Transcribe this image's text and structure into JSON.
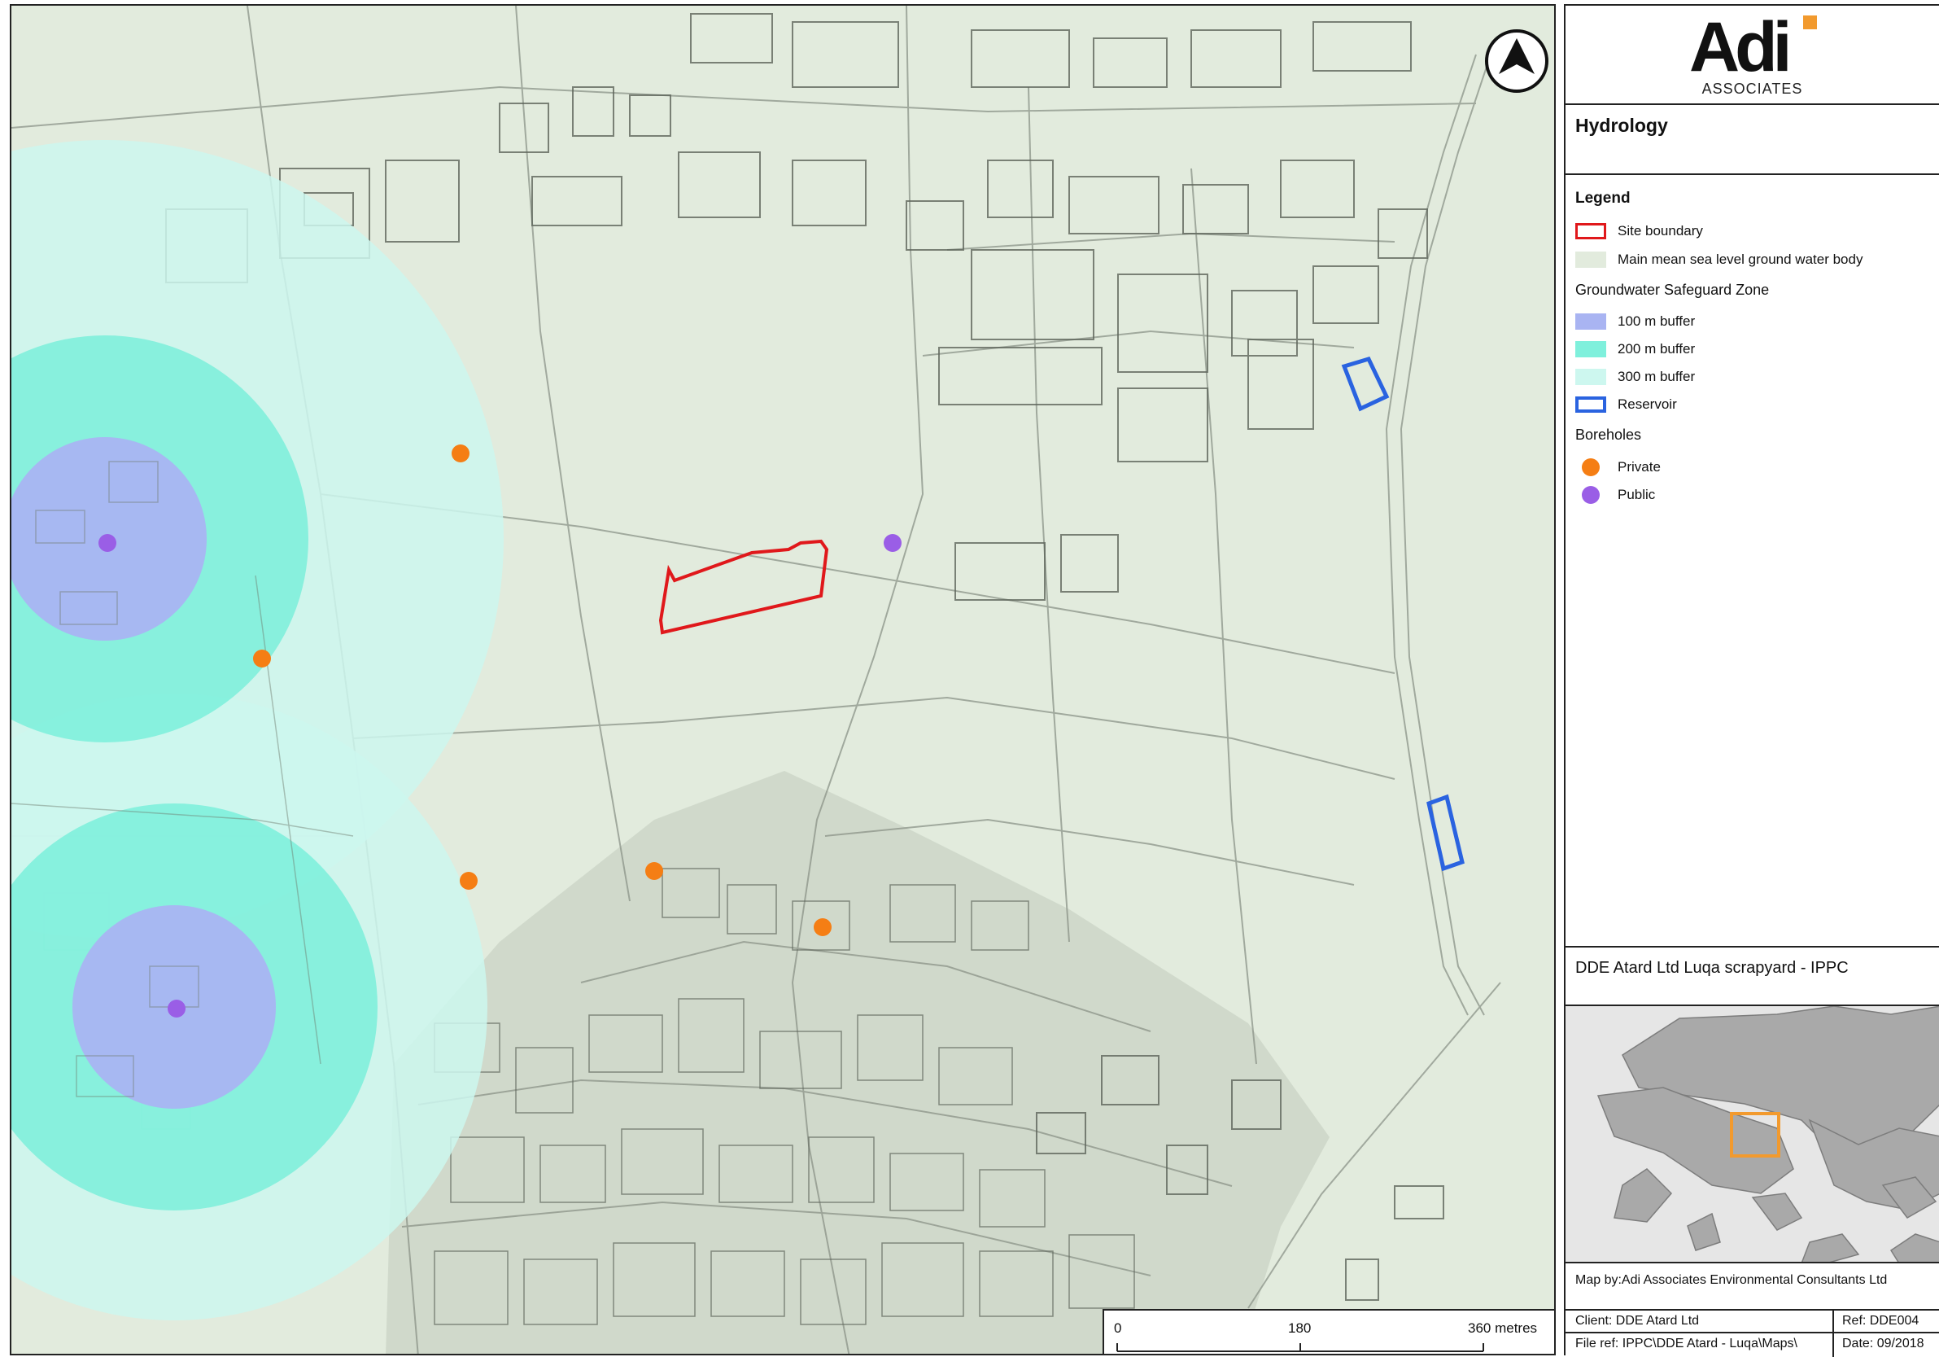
{
  "brand": {
    "name": "Adi",
    "subtitle": "ASSOCIATES",
    "accent_color": "#f29a2e"
  },
  "map_title": "Hydrology",
  "legend": {
    "heading": "Legend",
    "site_boundary": "Site boundary",
    "water_body": "Main mean sea level ground water body",
    "safeguard_heading": "Groundwater Safeguard Zone",
    "buffer_100": "100 m buffer",
    "buffer_200": "200 m buffer",
    "buffer_300": "300 m buffer",
    "reservoir": "Reservoir",
    "boreholes_heading": "Boreholes",
    "private": "Private",
    "public": "Public"
  },
  "colors": {
    "site_boundary": "#e0181b",
    "water_body": "#e2ebdd",
    "buffer_100": "#a9b4f2",
    "buffer_200": "#7ff0dc",
    "buffer_300": "#cdf7ef",
    "reservoir": "#2a63e0",
    "private": "#f57e14",
    "public": "#9a5ee6"
  },
  "scale": {
    "tick_0": "0",
    "tick_1": "180",
    "tick_2": "360 metres"
  },
  "project_title": "DDE Atard Ltd Luqa scrapyard - IPPC",
  "credit": "Map by:Adi Associates Environmental Consultants Ltd",
  "info": {
    "client": "Client: DDE Atard Ltd",
    "ref": "Ref: DDE004",
    "file_ref": "File ref: IPPC\\DDE Atard - Luqa\\Maps\\",
    "date": "Date: 09/2018"
  },
  "icons": {
    "north_arrow": "north-arrow-icon"
  }
}
